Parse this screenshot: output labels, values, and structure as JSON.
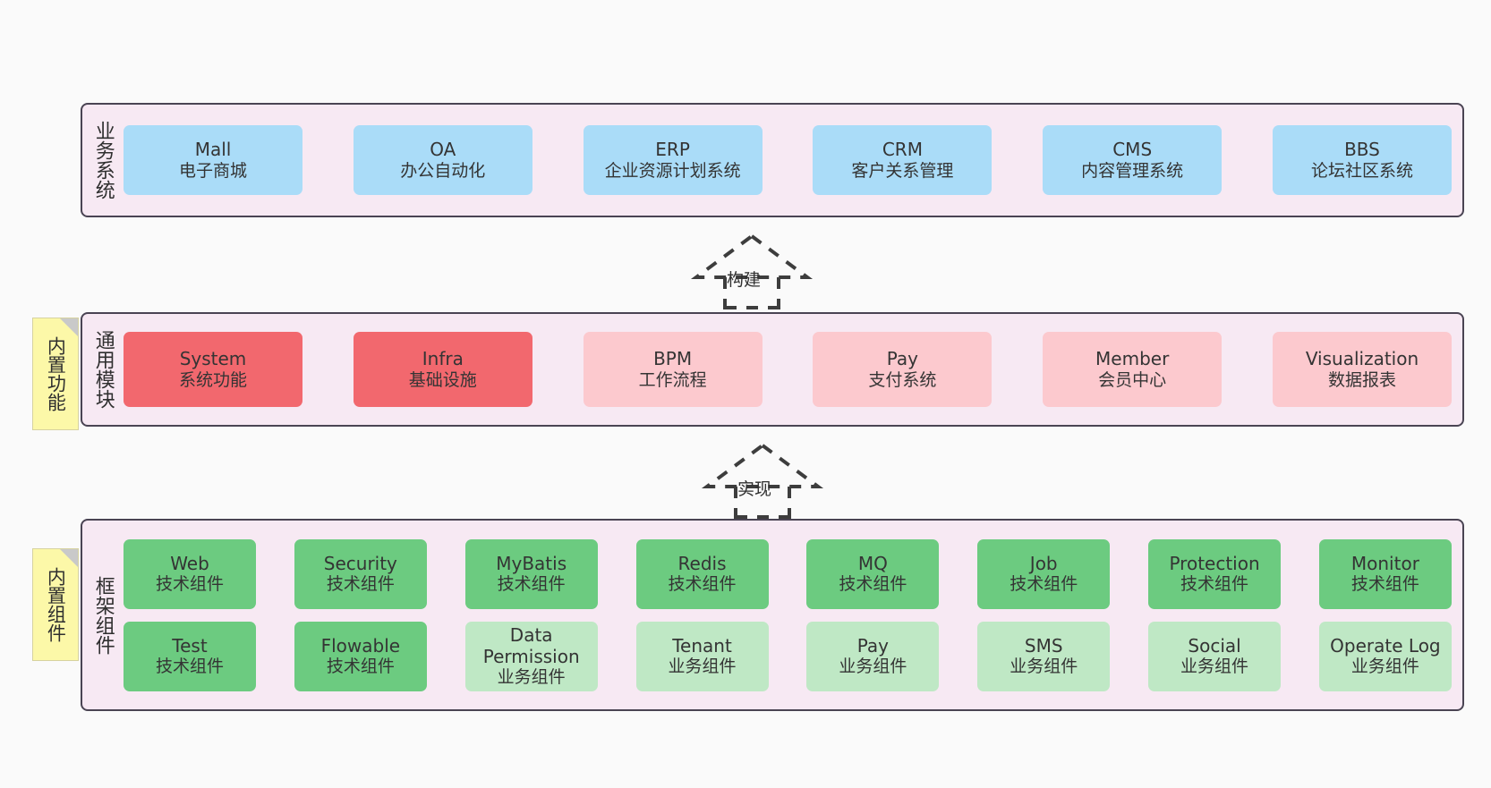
{
  "layers": [
    {
      "id": "business-systems",
      "title": "业务系统",
      "items": [
        {
          "en": "Mall",
          "cn": "电子商城",
          "style": "blue"
        },
        {
          "en": "OA",
          "cn": "办公自动化",
          "style": "blue"
        },
        {
          "en": "ERP",
          "cn": "企业资源计划系统",
          "style": "blue"
        },
        {
          "en": "CRM",
          "cn": "客户关系管理",
          "style": "blue"
        },
        {
          "en": "CMS",
          "cn": "内容管理系统",
          "style": "blue"
        },
        {
          "en": "BBS",
          "cn": "论坛社区系统",
          "style": "blue"
        }
      ]
    },
    {
      "id": "common-modules",
      "title": "通用模块",
      "note": "内置功能",
      "items": [
        {
          "en": "System",
          "cn": "系统功能",
          "style": "red"
        },
        {
          "en": "Infra",
          "cn": "基础设施",
          "style": "red"
        },
        {
          "en": "BPM",
          "cn": "工作流程",
          "style": "pink"
        },
        {
          "en": "Pay",
          "cn": "支付系统",
          "style": "pink"
        },
        {
          "en": "Member",
          "cn": "会员中心",
          "style": "pink"
        },
        {
          "en": "Visualization",
          "cn": "数据报表",
          "style": "pink"
        }
      ]
    },
    {
      "id": "framework-components",
      "title": "框架组件",
      "note": "内置组件",
      "rows": [
        [
          {
            "en": "Web",
            "cn": "技术组件",
            "style": "green"
          },
          {
            "en": "Security",
            "cn": "技术组件",
            "style": "green"
          },
          {
            "en": "MyBatis",
            "cn": "技术组件",
            "style": "green"
          },
          {
            "en": "Redis",
            "cn": "技术组件",
            "style": "green"
          },
          {
            "en": "MQ",
            "cn": "技术组件",
            "style": "green"
          },
          {
            "en": "Job",
            "cn": "技术组件",
            "style": "green"
          },
          {
            "en": "Protection",
            "cn": "技术组件",
            "style": "green"
          },
          {
            "en": "Monitor",
            "cn": "技术组件",
            "style": "green"
          }
        ],
        [
          {
            "en": "Test",
            "cn": "技术组件",
            "style": "green"
          },
          {
            "en": "Flowable",
            "cn": "技术组件",
            "style": "green"
          },
          {
            "en": "Data Permission",
            "cn": "业务组件",
            "style": "lgreen"
          },
          {
            "en": "Tenant",
            "cn": "业务组件",
            "style": "lgreen"
          },
          {
            "en": "Pay",
            "cn": "业务组件",
            "style": "lgreen"
          },
          {
            "en": "SMS",
            "cn": "业务组件",
            "style": "lgreen"
          },
          {
            "en": "Social",
            "cn": "业务组件",
            "style": "lgreen"
          },
          {
            "en": "Operate Log",
            "cn": "业务组件",
            "style": "lgreen"
          }
        ]
      ]
    }
  ],
  "connectors": [
    {
      "id": "build",
      "label": "构建"
    },
    {
      "id": "implement",
      "label": "实现"
    }
  ],
  "colors": {
    "panel_bg": "#f7e9f3",
    "panel_border": "#4a4453",
    "blue": "#aadcf8",
    "red": "#f2686e",
    "pink": "#fcc9ce",
    "green": "#6ccb80",
    "light_green": "#bfe8c5",
    "note_bg": "#fcf8a8",
    "canvas_bg": "#fafafa"
  }
}
